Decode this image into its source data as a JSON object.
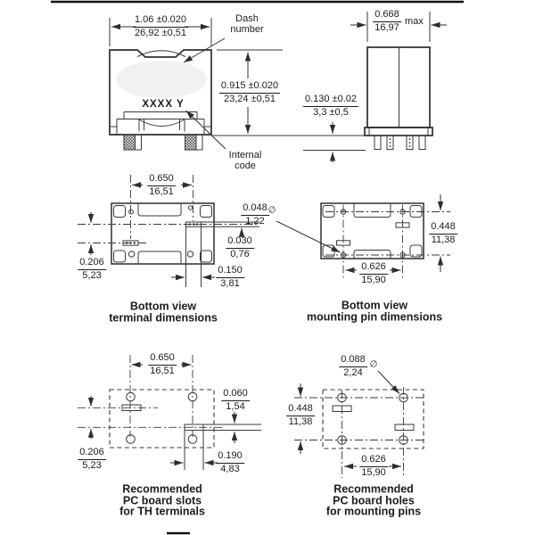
{
  "page": {
    "background": "#ffffff",
    "ink": "#2e2e2e"
  },
  "front_view": {
    "marking": "XXXX Y",
    "dash_number_label": "Dash\nnumber",
    "internal_code_label": "Internal\ncode"
  },
  "side_view": {
    "max_suffix": "max"
  },
  "dims": {
    "diameter_symbol": "∅",
    "body_width": {
      "in": "1.06 ±0.020",
      "mm": "26,92 ±0,51"
    },
    "body_height": {
      "in": "0.915 ±0.020",
      "mm": "23,24 ±0,51"
    },
    "body_depth": {
      "in": "0.668",
      "mm": "16,97"
    },
    "standoff": {
      "in": "0.130 ±0.02",
      "mm": "3,3 ±0,5"
    },
    "terminal_spacing": {
      "in": "0.650",
      "mm": "16,51"
    },
    "terminal_thickness": {
      "in": "0.030",
      "mm": "0,76"
    },
    "terminal_row_spacing": {
      "in": "0.206",
      "mm": "5,23"
    },
    "terminal_width": {
      "in": "0.150",
      "mm": "3,81"
    },
    "pin_diameter": {
      "in": "0.048",
      "mm": "1,22"
    },
    "pin_row_spacing": {
      "in": "0.448",
      "mm": "11,38"
    },
    "pin_spacing": {
      "in": "0.626",
      "mm": "15,90"
    },
    "slot_width": {
      "in": "0.060",
      "mm": "1,54"
    },
    "slot_length": {
      "in": "0.190",
      "mm": "4,83"
    },
    "hole_diameter": {
      "in": "0.088",
      "mm": "2,24"
    }
  },
  "captions": {
    "bottom_terminal": "Bottom view\nterminal dimensions",
    "bottom_mounting": "Bottom view\nmounting pin dimensions",
    "pcb_slots": "Recommended\nPC board slots\nfor TH terminals",
    "pcb_holes": "Recommended\nPC board holes\nfor mounting pins"
  }
}
